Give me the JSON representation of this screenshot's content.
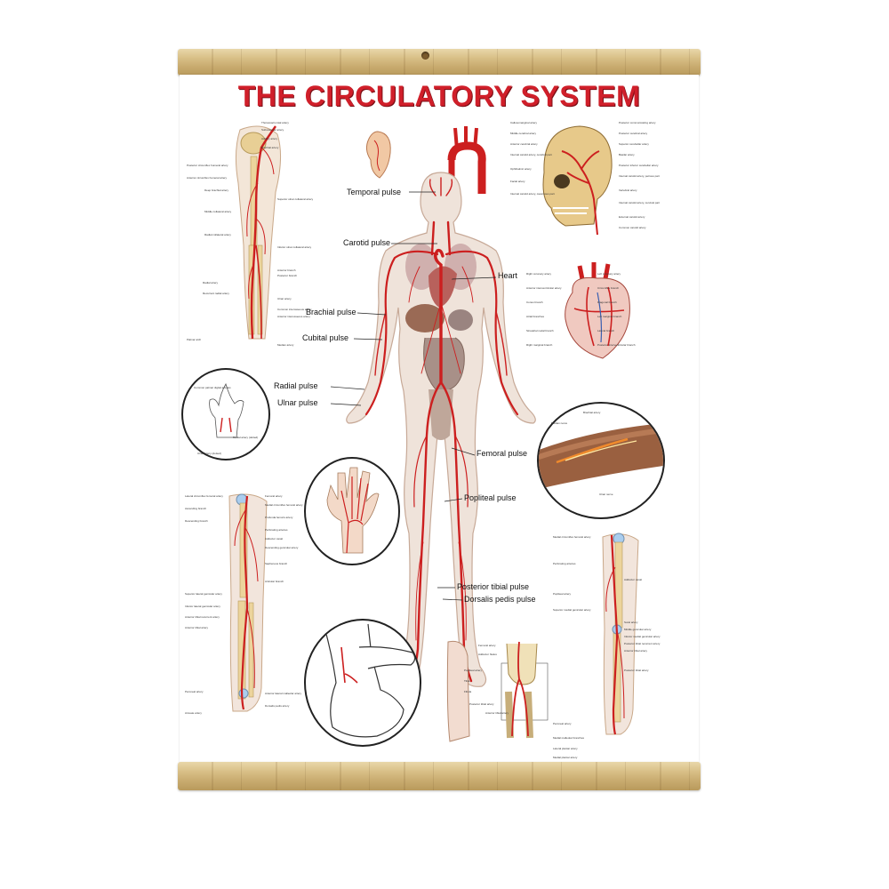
{
  "poster": {
    "title": "THE CIRCULATORY SYSTEM",
    "pulse_labels": {
      "temporal": "Temporal pulse",
      "carotid": "Carotid pulse",
      "heart": "Heart",
      "brachial": "Brachial pulse",
      "cubital": "Cubital pulse",
      "radial": "Radial pulse",
      "ulnar": "Ulnar pulse",
      "femoral": "Femoral pulse",
      "popliteal": "Popliteal pulse",
      "posterior_tibial": "Posterior tibial pulse",
      "dorsalis_pedis": "Dorsalis pedis pulse"
    },
    "arm_panel_labels": [
      "Thoracoacromial artery",
      "Subscapular artery",
      "Axillary artery",
      "Brachial artery",
      "Posterior circumflex humeral artery",
      "Anterior circumflex humeral artery",
      "Deep brachial artery",
      "Middle collateral artery",
      "Radial collateral artery",
      "Superior ulnar collateral artery",
      "Inferior ulnar collateral artery",
      "Radial artery",
      "Recurrent radial artery",
      "Ulnar artery",
      "Anterior branch",
      "Posterior branch",
      "Common interosseous artery",
      "Anterior interosseous artery",
      "Palmar arch",
      "Median artery"
    ],
    "skull_labels": [
      "Callosomarginal artery",
      "Middle cerebral artery",
      "Anterior cerebral artery",
      "Internal carotid artery, cerebral part",
      "Ophthalmic artery",
      "Facial artery",
      "Internal carotid artery, cavernous part",
      "Posterior communicating artery",
      "Posterior cerebral artery",
      "Superior cerebellar artery",
      "Basilar artery",
      "Posterior inferior cerebellar artery",
      "Internal carotid artery, petrous part",
      "Vertebral artery",
      "Internal carotid artery, cervical part",
      "External carotid artery",
      "Common carotid artery"
    ],
    "heart_labels": [
      "Right coronary artery",
      "Anterior interventricular artery",
      "Conus branch",
      "Atrial branches",
      "Sinuatrial nodal branch",
      "Right marginal branch",
      "Left coronary artery",
      "Circumflex branch",
      "Diagonal branch",
      "Left marginal branch",
      "Lateral branch",
      "Posterior interventricular branch"
    ],
    "hand_circle_labels": [
      "Common palmar digital arteries",
      "Radial artery (dotted)",
      "Ulnar artery (dotted)"
    ],
    "forearm_circle_labels": [
      "Brachial artery",
      "Median nerve",
      "Ulnar nerve"
    ],
    "leg_left_labels": [
      "Lateral circumflex femoral artery",
      "Ascending branch",
      "Descending branch",
      "Femoral artery",
      "Medial circumflex femoral artery",
      "Profunda femoris artery",
      "Perforating arteries",
      "Adductor canal",
      "Descending genicular artery",
      "Saphenous branch",
      "Articular branch",
      "Superior lateral genicular artery",
      "Inferior lateral genicular artery",
      "Anterior tibial recurrent artery",
      "Anterior tibial artery",
      "Peroneal artery",
      "Anterior lateral malleolar artery",
      "Dorsalis pedis artery",
      "Arcuate artery"
    ],
    "leg_right_labels": [
      "Medial circumflex femoral artery",
      "Perforating arteries",
      "Adductor canal",
      "Popliteal artery",
      "Superior medial genicular artery",
      "Sural artery",
      "Middle genicular artery",
      "Inferior medial genicular artery",
      "Posterior tibial recurrent artery",
      "Anterior tibial artery",
      "Posterior tibial artery",
      "Peroneal artery",
      "Medial malleolar branches",
      "Lateral plantar artery",
      "Medial plantar artery"
    ],
    "knee_labels": [
      "Femoral artery",
      "Adductor hiatus",
      "Popliteal artery",
      "Tibia",
      "Fibula",
      "Posterior tibial artery",
      "Anterior tibial artery"
    ],
    "colors": {
      "title": "#d01f2a",
      "artery": "#cc1f1f",
      "bone": "#f0d89a",
      "rod": "#d8bf86"
    }
  }
}
